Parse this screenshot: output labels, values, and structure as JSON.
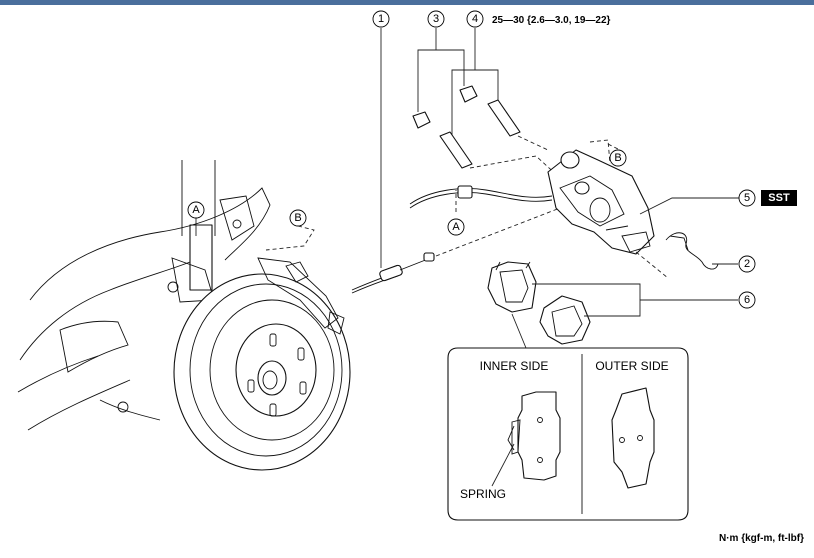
{
  "callouts": {
    "c1": "1",
    "c2": "2",
    "c3": "3",
    "c4": "4",
    "c5": "5",
    "c6": "6"
  },
  "letters": {
    "a_left": "A",
    "a_right": "A",
    "b_left": "B",
    "b_right": "B"
  },
  "torque_spec": "25—30 {2.6—3.0, 19—22}",
  "sst_badge": "SST",
  "inset": {
    "inner_side": "INNER SIDE",
    "outer_side": "OUTER SIDE",
    "spring": "SPRING"
  },
  "units_note": "N·m {kgf-m, ft-lbf}",
  "colors": {
    "header_bar": "#4a6f9c",
    "line": "#111111",
    "sst_background": "#000000"
  }
}
